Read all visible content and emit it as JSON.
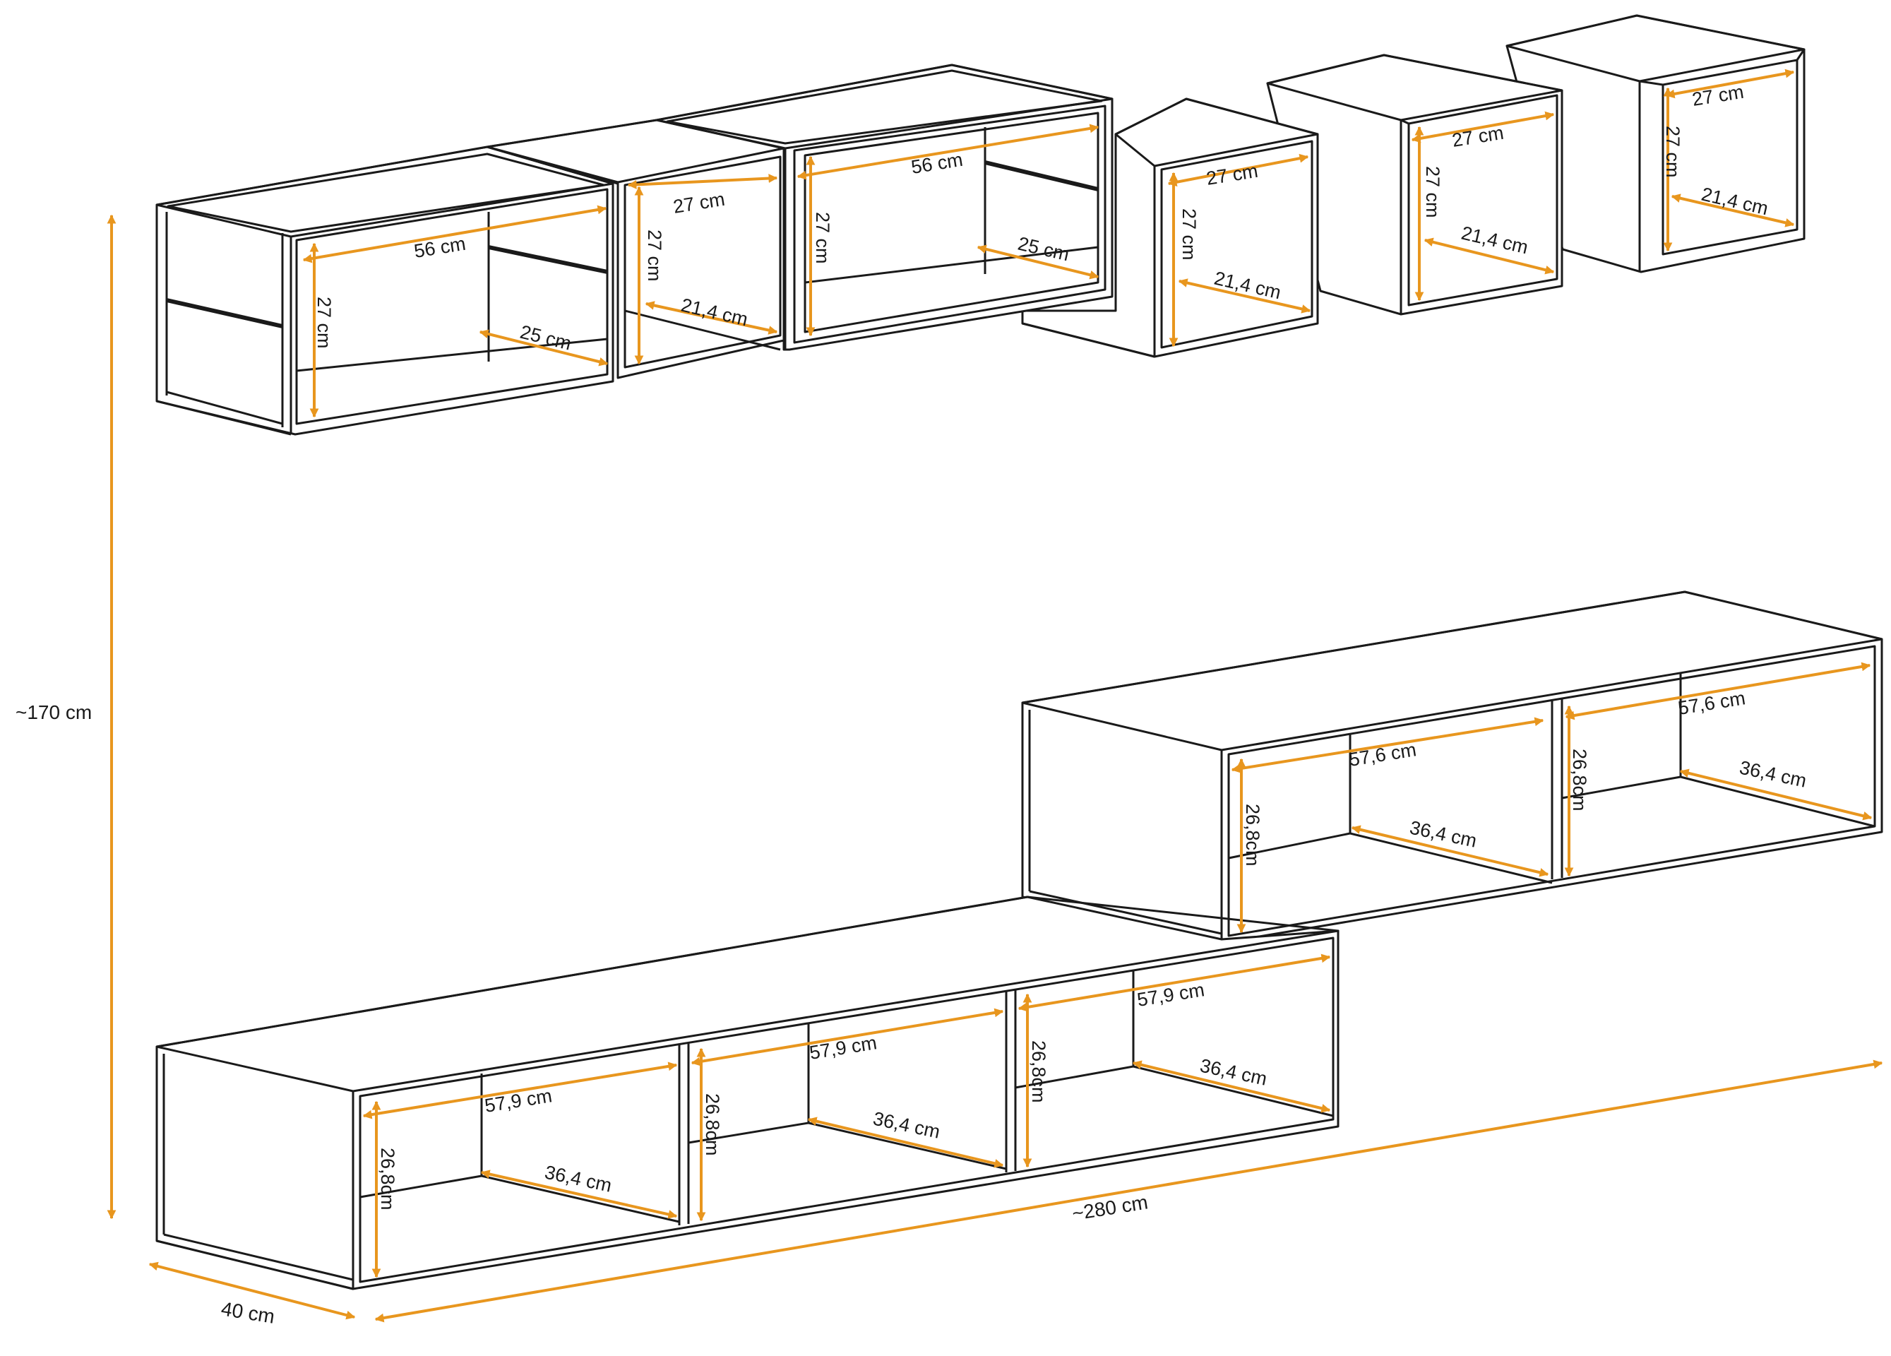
{
  "colors": {
    "dimension": "#E8961E",
    "outline": "#1a1a1a",
    "background": "#ffffff"
  },
  "overall": {
    "height": "~170 cm",
    "width": "~280 cm",
    "depth": "40 cm"
  },
  "upper_modules": {
    "long_shelf_left": {
      "width": "56 cm",
      "height": "27 cm",
      "inner_depth": "25 cm"
    },
    "cube_1": {
      "width": "27 cm",
      "height": "27 cm",
      "depth": "21,4 cm"
    },
    "long_shelf_right": {
      "width": "56 cm",
      "height": "27 cm",
      "inner_depth": "25 cm"
    },
    "cube_2": {
      "width": "27 cm",
      "height": "27 cm",
      "depth": "21,4 cm"
    },
    "cube_3": {
      "width": "27 cm",
      "height": "27 cm",
      "depth": "21,4 cm"
    },
    "cube_4": {
      "width": "27 cm",
      "height": "27 cm",
      "depth": "21,4 cm"
    }
  },
  "tv_unit_upper": {
    "compartments": [
      {
        "width": "57,6 cm",
        "height": "26,8cm",
        "depth": "36,4 cm"
      },
      {
        "width": "57,6 cm",
        "height": "26,8cm",
        "depth": "36,4 cm"
      }
    ]
  },
  "tv_unit_lower": {
    "compartments": [
      {
        "width": "57,9 cm",
        "height": "26,8cm",
        "depth": "36,4 cm"
      },
      {
        "width": "57,9 cm",
        "height": "26,8cm",
        "depth": "36,4 cm"
      },
      {
        "width": "57,9 cm",
        "height": "26,8cm",
        "depth": "36,4 cm"
      }
    ]
  }
}
